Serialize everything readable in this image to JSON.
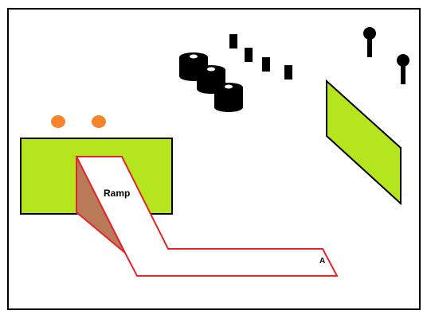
{
  "scene": {
    "labels": {
      "ramp": "Ramp",
      "point_a": "A"
    },
    "objects": [
      {
        "name": "play-area-frame",
        "type": "boundary"
      },
      {
        "name": "green-platform-left",
        "type": "platform"
      },
      {
        "name": "green-panel-right",
        "type": "wall-panel"
      },
      {
        "name": "ramp-track",
        "type": "ramp"
      },
      {
        "name": "tire-stack",
        "type": "obstacle",
        "count": 3
      },
      {
        "name": "black-posts",
        "type": "obstacle",
        "count": 4
      },
      {
        "name": "pins",
        "type": "pin",
        "count": 2
      },
      {
        "name": "orange-balls",
        "type": "ball",
        "count": 2
      }
    ],
    "colors": {
      "frame": "#000000",
      "background": "#ffffff",
      "green": "#b5e61d",
      "orange": "#f5842a",
      "ramp_outline": "#e8222a",
      "ramp_shadow": "#b97a57",
      "obstacle": "#000000"
    }
  }
}
